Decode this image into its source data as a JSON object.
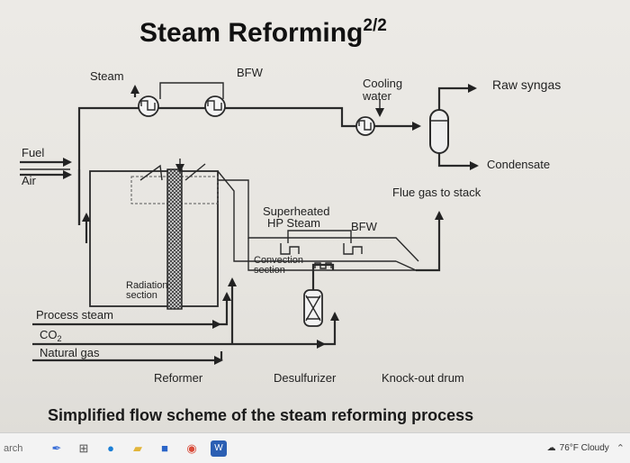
{
  "slide": {
    "title": "Steam Reforming",
    "title_superscript": "2/2",
    "caption": "Simplified flow scheme of the steam reforming process"
  },
  "diagram": {
    "labels": {
      "steam": "Steam",
      "bfw_top": "BFW",
      "cooling_water_1": "Cooling",
      "cooling_water_2": "water",
      "raw_syngas": "Raw syngas",
      "fuel": "Fuel",
      "air": "Air",
      "condensate": "Condensate",
      "flue_gas": "Flue gas to stack",
      "superheated_1": "Superheated",
      "superheated_2": "HP Steam",
      "bfw_mid": "BFW",
      "convection_1": "Convection",
      "convection_2": "section",
      "radiation_1": "Radiation",
      "radiation_2": "section",
      "process_steam": "Process steam",
      "co2": "CO",
      "co2_sub": "2",
      "natural_gas": "Natural gas",
      "reformer": "Reformer",
      "desulfurizer": "Desulfurizer",
      "knockout_drum": "Knock-out drum"
    }
  },
  "taskbar": {
    "search_text": "arch",
    "weather": "76°F  Cloudy",
    "icons": [
      "pen-icon",
      "grid-icon",
      "browser-icon",
      "folder-icon",
      "store-icon",
      "chrome-icon",
      "word-icon"
    ]
  }
}
